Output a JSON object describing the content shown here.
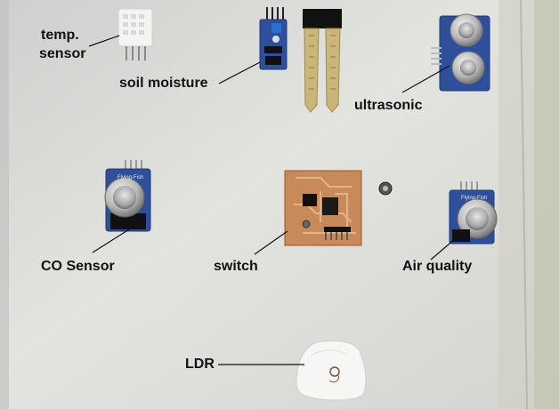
{
  "labels": {
    "temp_sensor_line1": "temp.",
    "temp_sensor_line2": "sensor",
    "soil_moisture": "soil moisture",
    "ultrasonic": "ultrasonic",
    "co_sensor": "CO Sensor",
    "switch": "switch",
    "air_quality": "Air quality",
    "ldr": "LDR"
  },
  "module_marking": "Flying-Fish",
  "colors": {
    "board_bg": "#d9d9d6",
    "sensor_pcb": "#2e4f9a",
    "copper_pcb": "#c98a5a",
    "label_text": "#111111"
  }
}
